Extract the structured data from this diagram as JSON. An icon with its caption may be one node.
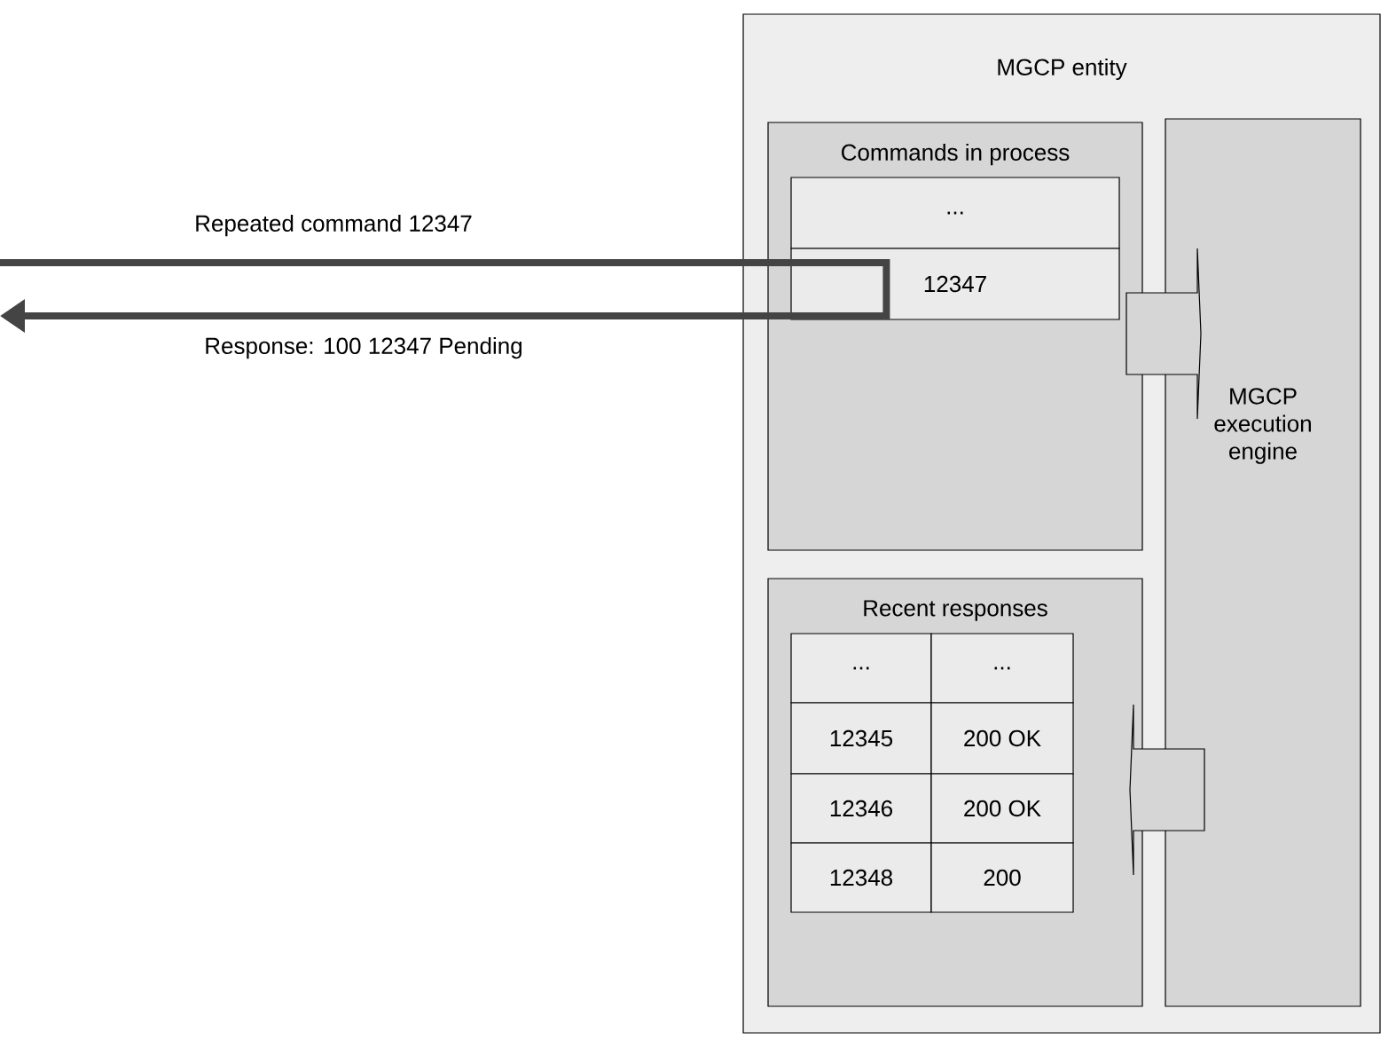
{
  "diagram": {
    "nodes": [
      {
        "text": [
          "MGCP entity"
        ]
      },
      {
        "text": [
          "Commands in process"
        ],
        "in": 0
      },
      {
        "text": [
          "..."
        ],
        "in": 1
      },
      {
        "text": [
          "12347"
        ],
        "in": 1
      },
      {
        "text": [
          "MGCP execution engine"
        ],
        "in": 0
      },
      {
        "text": [
          "Recent responses"
        ],
        "in": 0
      },
      {
        "text": [
          "..."
        ],
        "in": 5
      },
      {
        "text": [
          "..."
        ],
        "in": 5
      },
      {
        "text": [
          "12345"
        ],
        "in": 5
      },
      {
        "text": [
          "200 OK"
        ],
        "in": 5
      },
      {
        "text": [
          "12346"
        ],
        "in": 5
      },
      {
        "text": [
          "200 OK"
        ],
        "in": 5
      },
      {
        "text": [
          "12348"
        ],
        "in": 5
      },
      {
        "text": [
          "200"
        ],
        "in": 5
      }
    ],
    "edges": [
      {
        "from": null,
        "to": 3,
        "arrow": "none",
        "label": "Repeated command 12347"
      },
      {
        "from": 3,
        "to": null,
        "arrow": "to",
        "label": "Response: 100 12347 Pending"
      },
      {
        "from": 1,
        "to": 4,
        "arrow": "to",
        "style": "thick"
      },
      {
        "from": 4,
        "to": 5,
        "arrow": "to",
        "style": "thick"
      }
    ]
  }
}
